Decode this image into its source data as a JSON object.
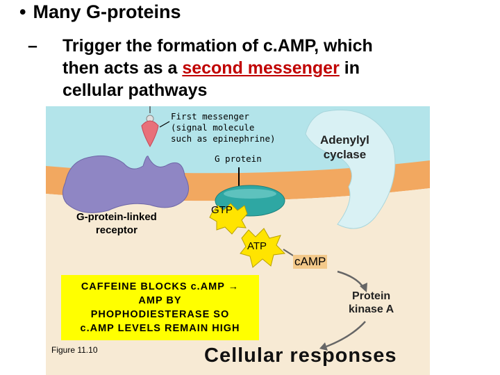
{
  "bullet": {
    "symbol": "•",
    "text": "Many G-proteins"
  },
  "sub_bullet": {
    "dash": "–",
    "line1": "Trigger the formation of c.AMP, which",
    "line2_before": "then acts as a ",
    "line2_highlight": "second messenger",
    "line2_after": " in",
    "line3": "cellular pathways"
  },
  "figure": {
    "first_messenger": [
      "First messenger",
      "(signal molecule",
      "such as epinephrine)"
    ],
    "g_protein": "G protein",
    "adenylyl_cyclase": [
      "Adenylyl",
      "cyclase"
    ],
    "receptor": [
      "G-protein-linked",
      "receptor"
    ],
    "gtp": "GTP",
    "atp": "ATP",
    "camp": "cAMP",
    "protein_kinase": [
      "Protein",
      "kinase A"
    ],
    "caffeine_note": [
      "CAFFEINE BLOCKS c.AMP →",
      "AMP BY",
      "PHOPHODIESTERASE SO",
      "c.AMP LEVELS REMAIN HIGH"
    ],
    "figure_label": "Figure 11.10",
    "cellular_responses": "Cellular responses"
  },
  "colors": {
    "membrane": "#f2a860",
    "cytoplasm": "#f7ead4",
    "extracellular": "#b3e4ea",
    "receptor": "#8f86c4",
    "g_protein": "#2ea7a3",
    "adenylyl": "#d9f1f4",
    "highlight_red": "#c00000",
    "note_yellow": "#ffff00"
  }
}
